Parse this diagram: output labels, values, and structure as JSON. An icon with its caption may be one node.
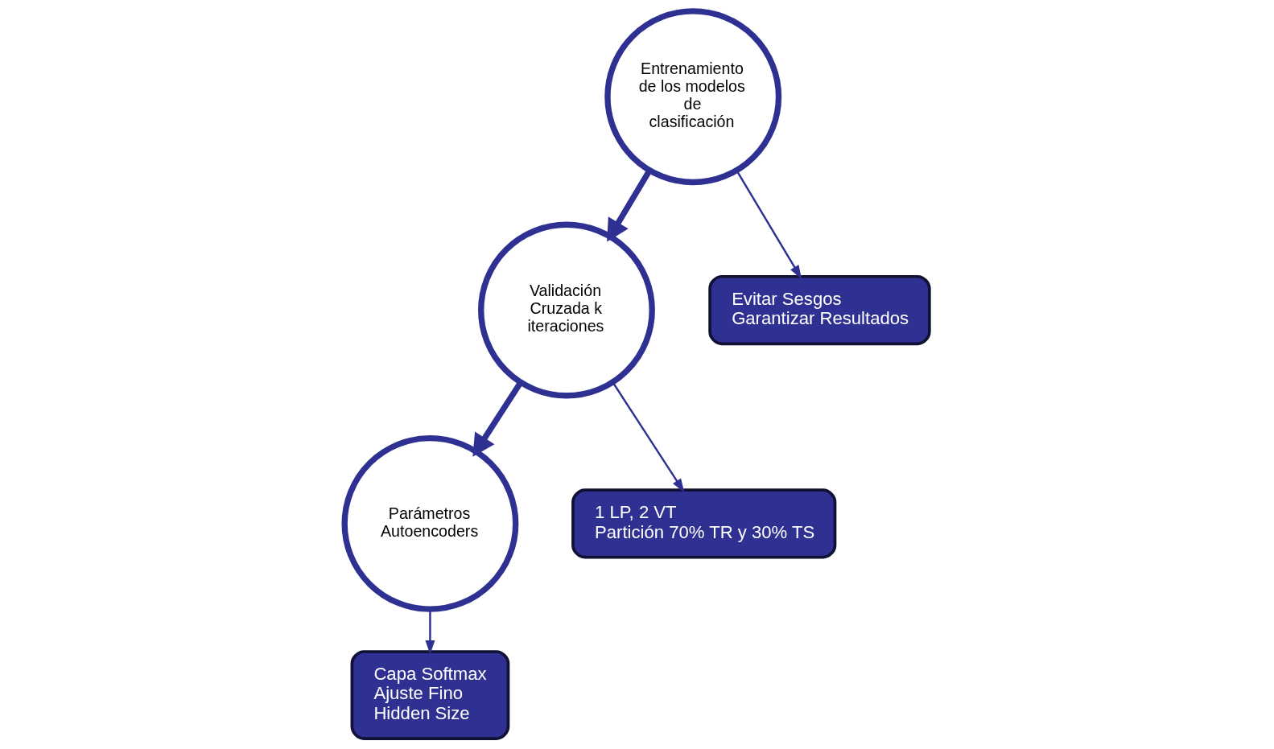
{
  "diagram": {
    "nodes": [
      {
        "text": [
          "Entrenamiento de los modelos de clasificación"
        ]
      },
      {
        "text": [
          "Validación Cruzada k iteraciones"
        ]
      },
      {
        "text": [
          "Parámetros Autoencoders"
        ]
      },
      {
        "text": [
          "Evitar Sesgos",
          "Garantizar Resultados"
        ]
      },
      {
        "text": [
          "1 LP, 2 VT",
          "Partición 70% TR y 30% TS"
        ]
      },
      {
        "text": [
          "Capa Softmax",
          "Ajuste Fino",
          "Hidden Size"
        ]
      }
    ],
    "edges": [
      {
        "from": 0,
        "to": 1,
        "arrow": "to",
        "style": "thick"
      },
      {
        "from": 1,
        "to": 2,
        "arrow": "to",
        "style": "thick"
      },
      {
        "from": 0,
        "to": 3,
        "arrow": "to"
      },
      {
        "from": 1,
        "to": 4,
        "arrow": "to"
      },
      {
        "from": 2,
        "to": 5,
        "arrow": "to"
      }
    ]
  }
}
